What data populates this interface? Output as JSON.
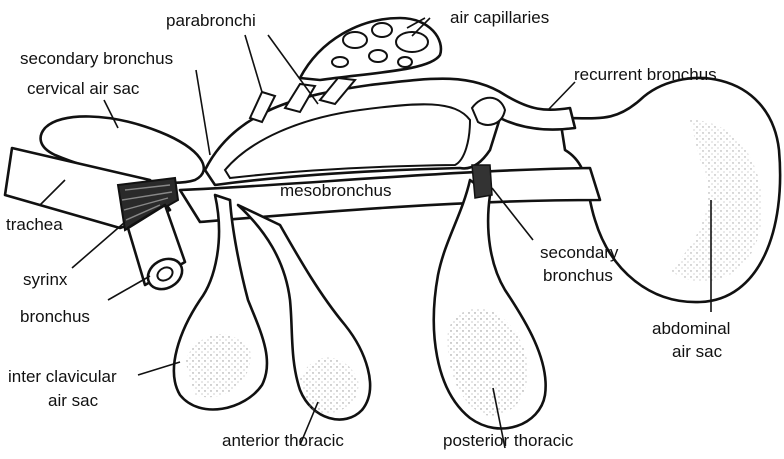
{
  "diagram": {
    "labels": {
      "parabronchi": "parabronchi",
      "air_capillaries": "air capillaries",
      "secondary_bronchus_top": "secondary bronchus",
      "cervical_air_sac": "cervical air sac",
      "recurrent_bronchus": "recurrent bronchus",
      "trachea": "trachea",
      "mesobronchus": "mesobronchus",
      "syrinx": "syrinx",
      "bronchus": "bronchus",
      "secondary_bronchus_right_line1": "secondary",
      "secondary_bronchus_right_line2": "bronchus",
      "abdominal_air_sac_line1": "abdominal",
      "abdominal_air_sac_line2": "air sac",
      "inter_clavicular_line1": "inter clavicular",
      "inter_clavicular_line2": "air sac",
      "anterior_thoracic": "anterior thoracic",
      "posterior_thoracic": "posterior thoracic"
    }
  }
}
